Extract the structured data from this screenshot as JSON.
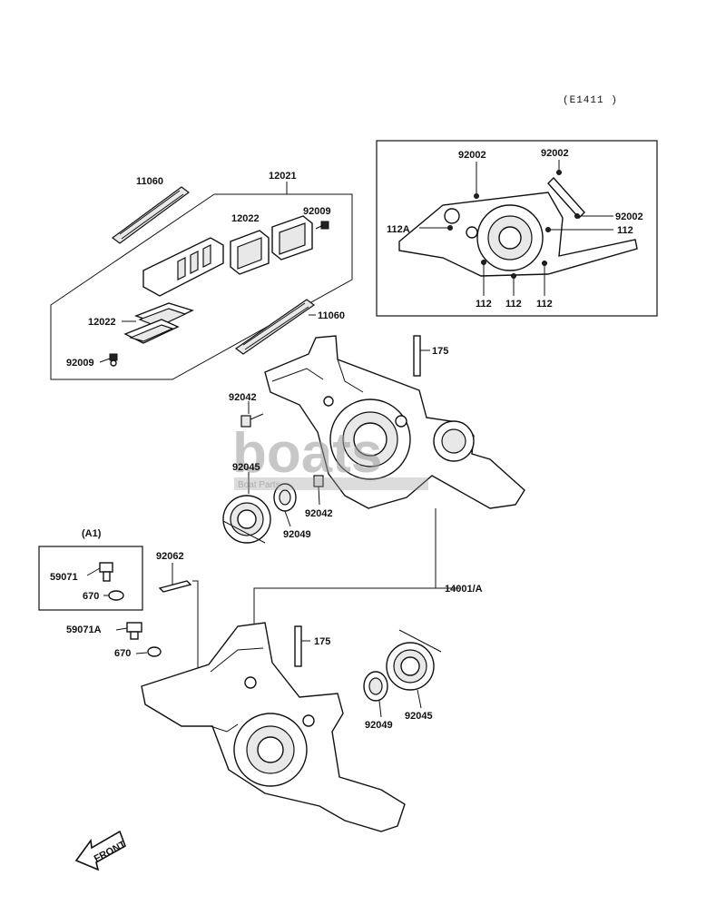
{
  "diagram": {
    "reference_code": "(E1411 )",
    "watermark": {
      "main": "boats",
      "sub": "Boat Parts"
    },
    "front_arrow_label": "FRONT",
    "labels": {
      "p11060_top": "11060",
      "p12021": "12021",
      "p12022_top": "12022",
      "p92009_top": "92009",
      "p12022_left": "12022",
      "p11060_mid": "11060",
      "p92009_left": "92009",
      "p92002_a": "92002",
      "p92002_b": "92002",
      "p92002_c": "92002",
      "p112A": "112A",
      "p112_right": "112",
      "p112_b1": "112",
      "p112_b2": "112",
      "p112_b3": "112",
      "p175_top": "175",
      "p92042_top": "92042",
      "p92045_left": "92045",
      "p92042_bottom": "92042",
      "p92049_left": "92049",
      "pA1": "(A1)",
      "p59071": "59071",
      "p670_box": "670",
      "p92062": "92062",
      "p14001A": "14001/A",
      "p59071A": "59071A",
      "p670": "670",
      "p175_bottom": "175",
      "p92049_right": "92049",
      "p92045_right": "92045"
    }
  }
}
